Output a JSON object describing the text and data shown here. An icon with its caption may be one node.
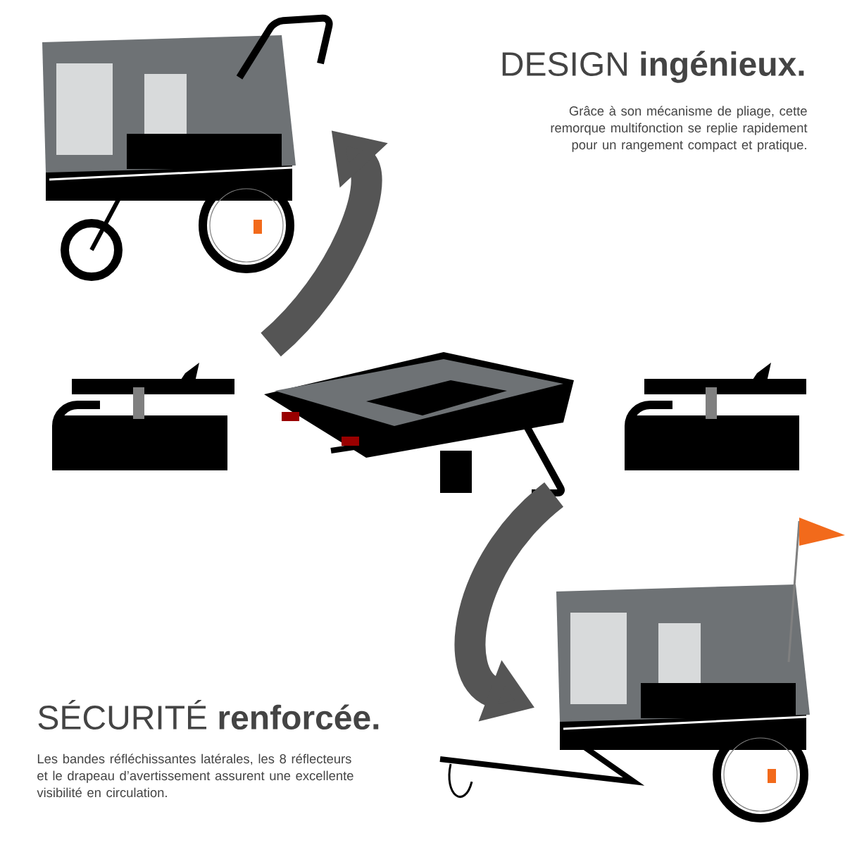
{
  "diagram": {
    "nodes": [
      {
        "text": [],
        "shape": "picture"
      },
      {
        "text": [],
        "shape": "picture"
      },
      {
        "text": [],
        "shape": "picture"
      }
    ],
    "edges": [
      {
        "from": 1,
        "to": 0,
        "arrow": "to"
      },
      {
        "from": 1,
        "to": 2,
        "arrow": "to"
      }
    ],
    "labels": [
      "DESIGN **ingénieux.**",
      "Grâce à son mécanisme de pliage, cette remorque multifonction se replie rapidement pour un rangement compact et pratique.",
      "SÉCURITÉ **renforcée.**",
      "Les bandes réfléchissantes latérales, les 8 réflecteurs et le drapeau d’avertissement assurent une excellente visibilité en circulation."
    ]
  }
}
